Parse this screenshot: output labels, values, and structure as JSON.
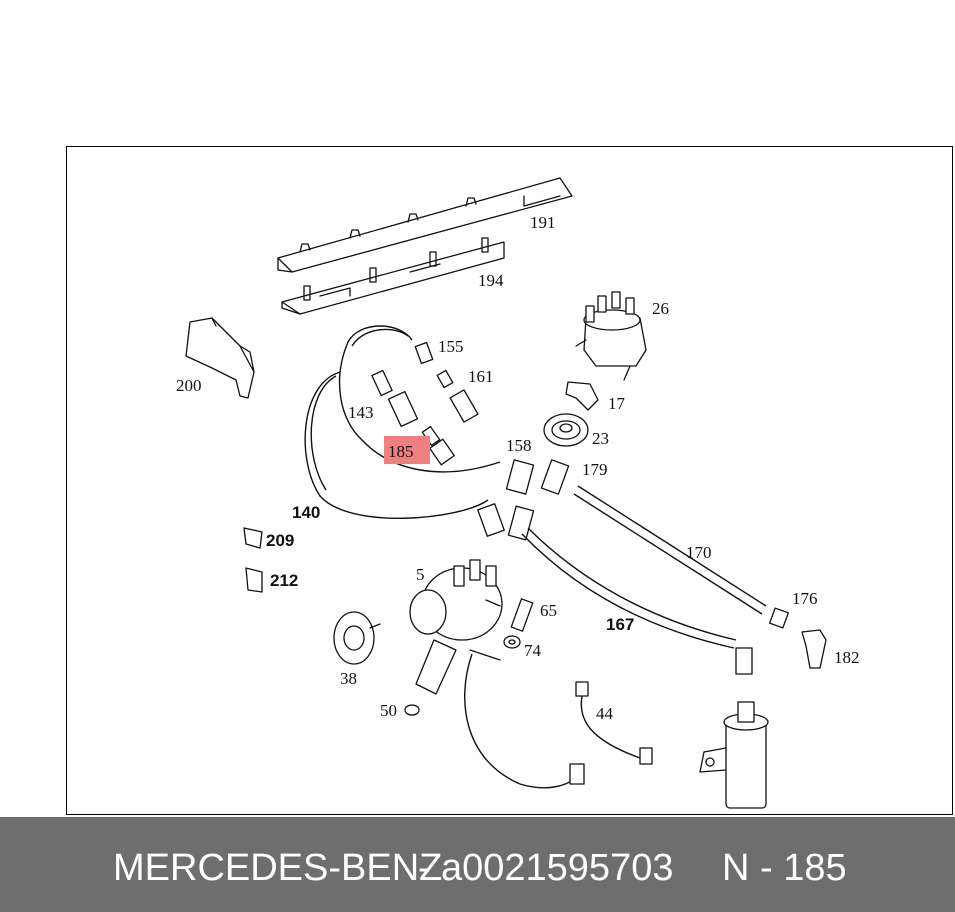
{
  "diagram": {
    "callouts": {
      "c191": "191",
      "c194": "194",
      "c26": "26",
      "c200": "200",
      "c155": "155",
      "c161": "161",
      "c143": "143",
      "c17": "17",
      "c23": "23",
      "c185": "185",
      "c158": "158",
      "c179": "179",
      "c140": "140",
      "c209": "209",
      "c212": "212",
      "c170": "170",
      "c5": "5",
      "c65": "65",
      "c167": "167",
      "c176": "176",
      "c74": "74",
      "c182": "182",
      "c38": "38",
      "c44": "44",
      "c50": "50"
    },
    "highlight_color": "#f08080"
  },
  "footer": {
    "brand": "MERCEDES-BENZ",
    "separator": "-",
    "part_number": "a0021595703",
    "position": "N - 185"
  }
}
